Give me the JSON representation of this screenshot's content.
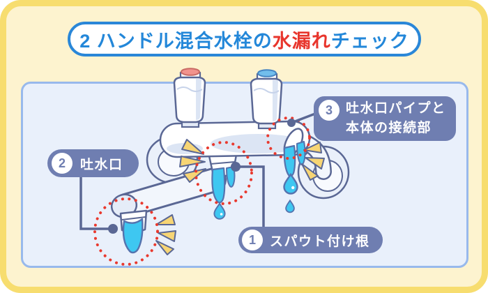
{
  "title": {
    "prefix": "2 ハンドル混合水栓の",
    "highlight": "水漏れ",
    "suffix": "チェック"
  },
  "annotations": {
    "label1": {
      "number": "1",
      "text": "スパウト付け根"
    },
    "label2": {
      "number": "2",
      "text": "吐水口"
    },
    "label3": {
      "number": "3",
      "line1": "吐水口パイプと",
      "line2": "本体の接続部"
    }
  },
  "icons": {
    "leak_circle": "red-dotted-circle",
    "water_drop": "water-drop",
    "emphasis": "yellow-attention-triangles",
    "hot_indicator": "red-cap",
    "cold_indicator": "blue-cap"
  },
  "colors": {
    "background": "#FDF3CF",
    "frame_border": "#F7DD6F",
    "panel_bg": "#E9F0FB",
    "panel_border": "#98B9EC",
    "title_blue": "#2387D9",
    "title_red": "#E8352C",
    "title_border": "#2A87D8",
    "callout_bg": "#6F7EB1",
    "callout_text": "#FFFFFF",
    "leak_circle_red": "#E9392E",
    "water_cyan": "#3EC7F1",
    "outline_slate": "#5A6794",
    "emphasis_yellow": "#F7D574",
    "hot_cap_red": "#F2938D",
    "cold_cap_blue": "#72BEEC"
  }
}
